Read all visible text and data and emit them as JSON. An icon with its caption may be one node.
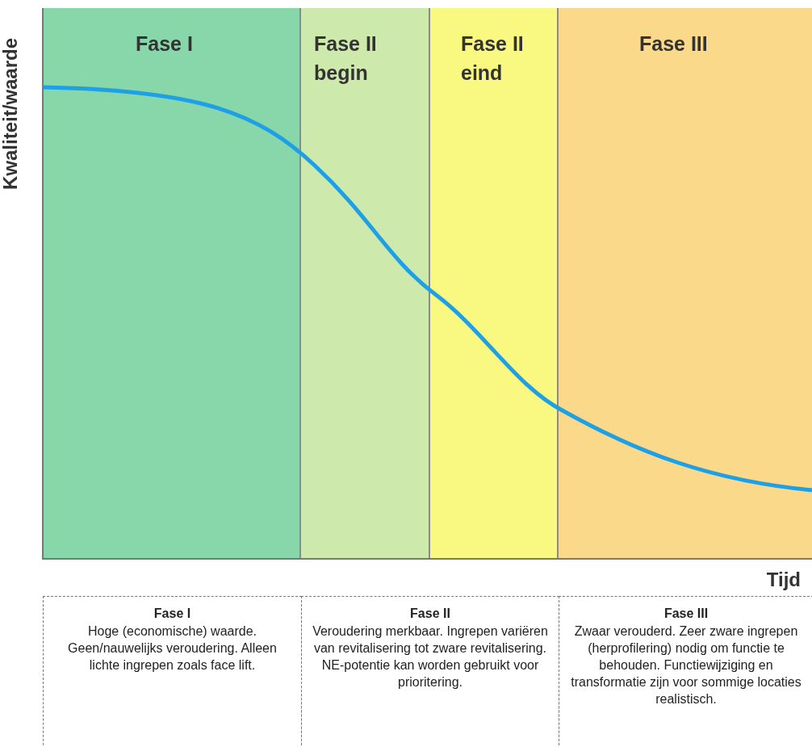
{
  "diagram": {
    "nodes": [
      {
        "text": [
          "Fase I"
        ]
      },
      {
        "text": [
          "Fase II begin"
        ]
      },
      {
        "text": [
          "Fase II eind"
        ]
      },
      {
        "text": [
          "Fase III"
        ]
      },
      {
        "text": [
          "Fase I",
          "Hoge (economische) waarde. Geen/nauwelijks veroudering. Alleen lichte ingrepen zoals face lift."
        ]
      },
      {
        "text": [
          "Fase II",
          "Veroudering merkbaar. Ingrepen variëren van revitalisering tot zware revitalisering. NE-potentie kan worden gebruikt voor prioritering."
        ]
      },
      {
        "text": [
          "Fase III",
          "Zwaar verouderd. Zeer zware ingrepen (herprofilering) nodig om functie te behouden. Functiewijziging en transformatie zijn voor sommige locaties realistisch."
        ]
      }
    ],
    "labels": [
      "Kwaliteit/waarde",
      "Tijd"
    ]
  }
}
